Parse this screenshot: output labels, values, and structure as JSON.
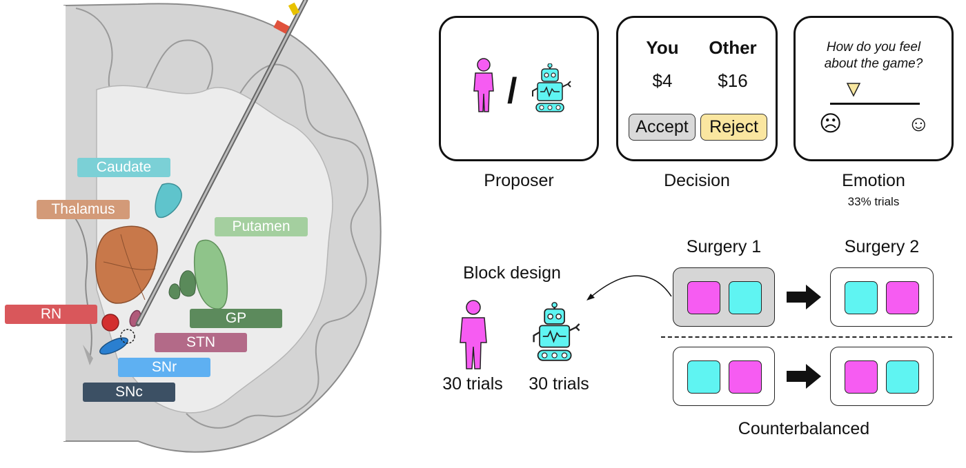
{
  "brain": {
    "regions": {
      "caudate": "Caudate",
      "thalamus": "Thalamus",
      "putamen": "Putamen",
      "rn": "RN",
      "gp": "GP",
      "stn": "STN",
      "snr": "SNr",
      "snc": "SNc"
    },
    "colors": {
      "caudate": "#5fc4cc",
      "thalamus": "#c8784a",
      "putamen": "#8fc48a",
      "rn": "#d9575b",
      "gp": "#5a8a5a",
      "stn": "#b05a7a",
      "snr": "#58acf0",
      "snc": "#34495e"
    }
  },
  "task": {
    "proposer": {
      "separator": "/",
      "caption": "Proposer",
      "icons": [
        "person-icon",
        "robot-icon"
      ]
    },
    "decision": {
      "you_header": "You",
      "other_header": "Other",
      "you_amount": "$4",
      "other_amount": "$16",
      "accept_label": "Accept",
      "reject_label": "Reject",
      "caption": "Decision"
    },
    "emotion": {
      "question_line1": "How do you feel",
      "question_line2": "about the game?",
      "sad_glyph": "☹",
      "happy_glyph": "☺",
      "caption": "Emotion",
      "subcaption": "33% trials"
    }
  },
  "block": {
    "title": "Block design",
    "human_trials": "30 trials",
    "robot_trials": "30 trials"
  },
  "surgery": {
    "surgery1": "Surgery 1",
    "surgery2": "Surgery 2",
    "counterbalanced": "Counterbalanced",
    "row1_first": [
      "pink",
      "cyan"
    ],
    "row1_second": [
      "cyan",
      "pink"
    ],
    "row2_first": [
      "cyan",
      "pink"
    ],
    "row2_second": [
      "pink",
      "cyan"
    ]
  },
  "colors": {
    "human": "#f65cf2",
    "robot": "#5ff4f2",
    "accept_bg": "#d9d9d9",
    "reject_bg": "#fae6a0",
    "slider_marker": "#f8e7a0",
    "highlight_box": "#d6d6d6"
  }
}
